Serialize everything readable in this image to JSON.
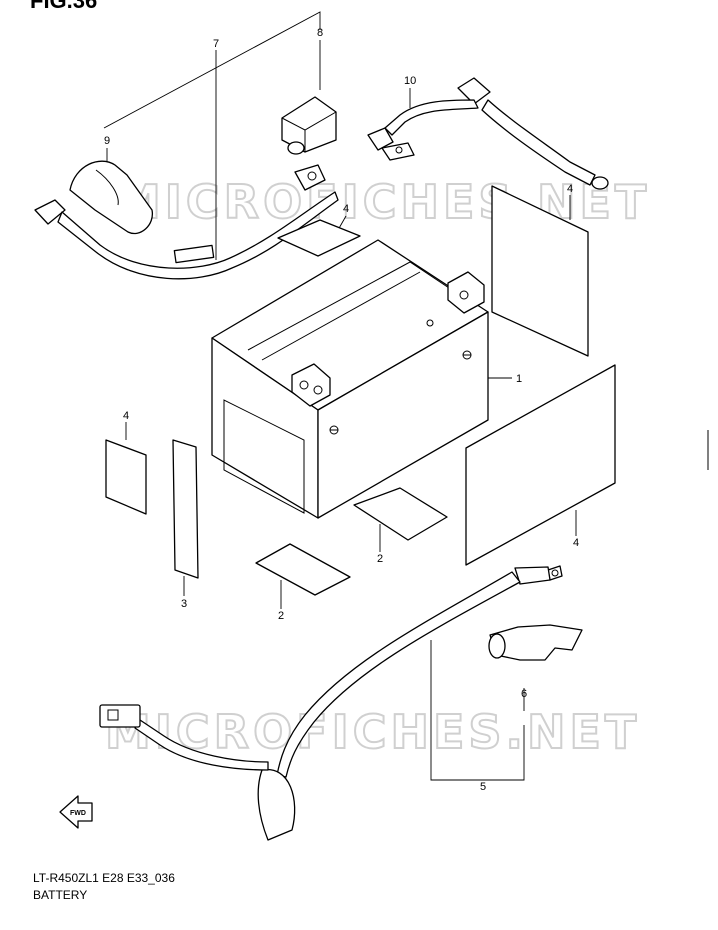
{
  "figure_label": "FIG.36",
  "watermark": "MICROFICHES.NET",
  "model_code": "LT-R450ZL1 E28 E33_036",
  "section_title": "BATTERY",
  "fwd_label": "FWD",
  "callouts": [
    "1",
    "2",
    "2",
    "3",
    "4",
    "4",
    "4",
    "4",
    "5",
    "6",
    "7",
    "8",
    "9",
    "10"
  ]
}
